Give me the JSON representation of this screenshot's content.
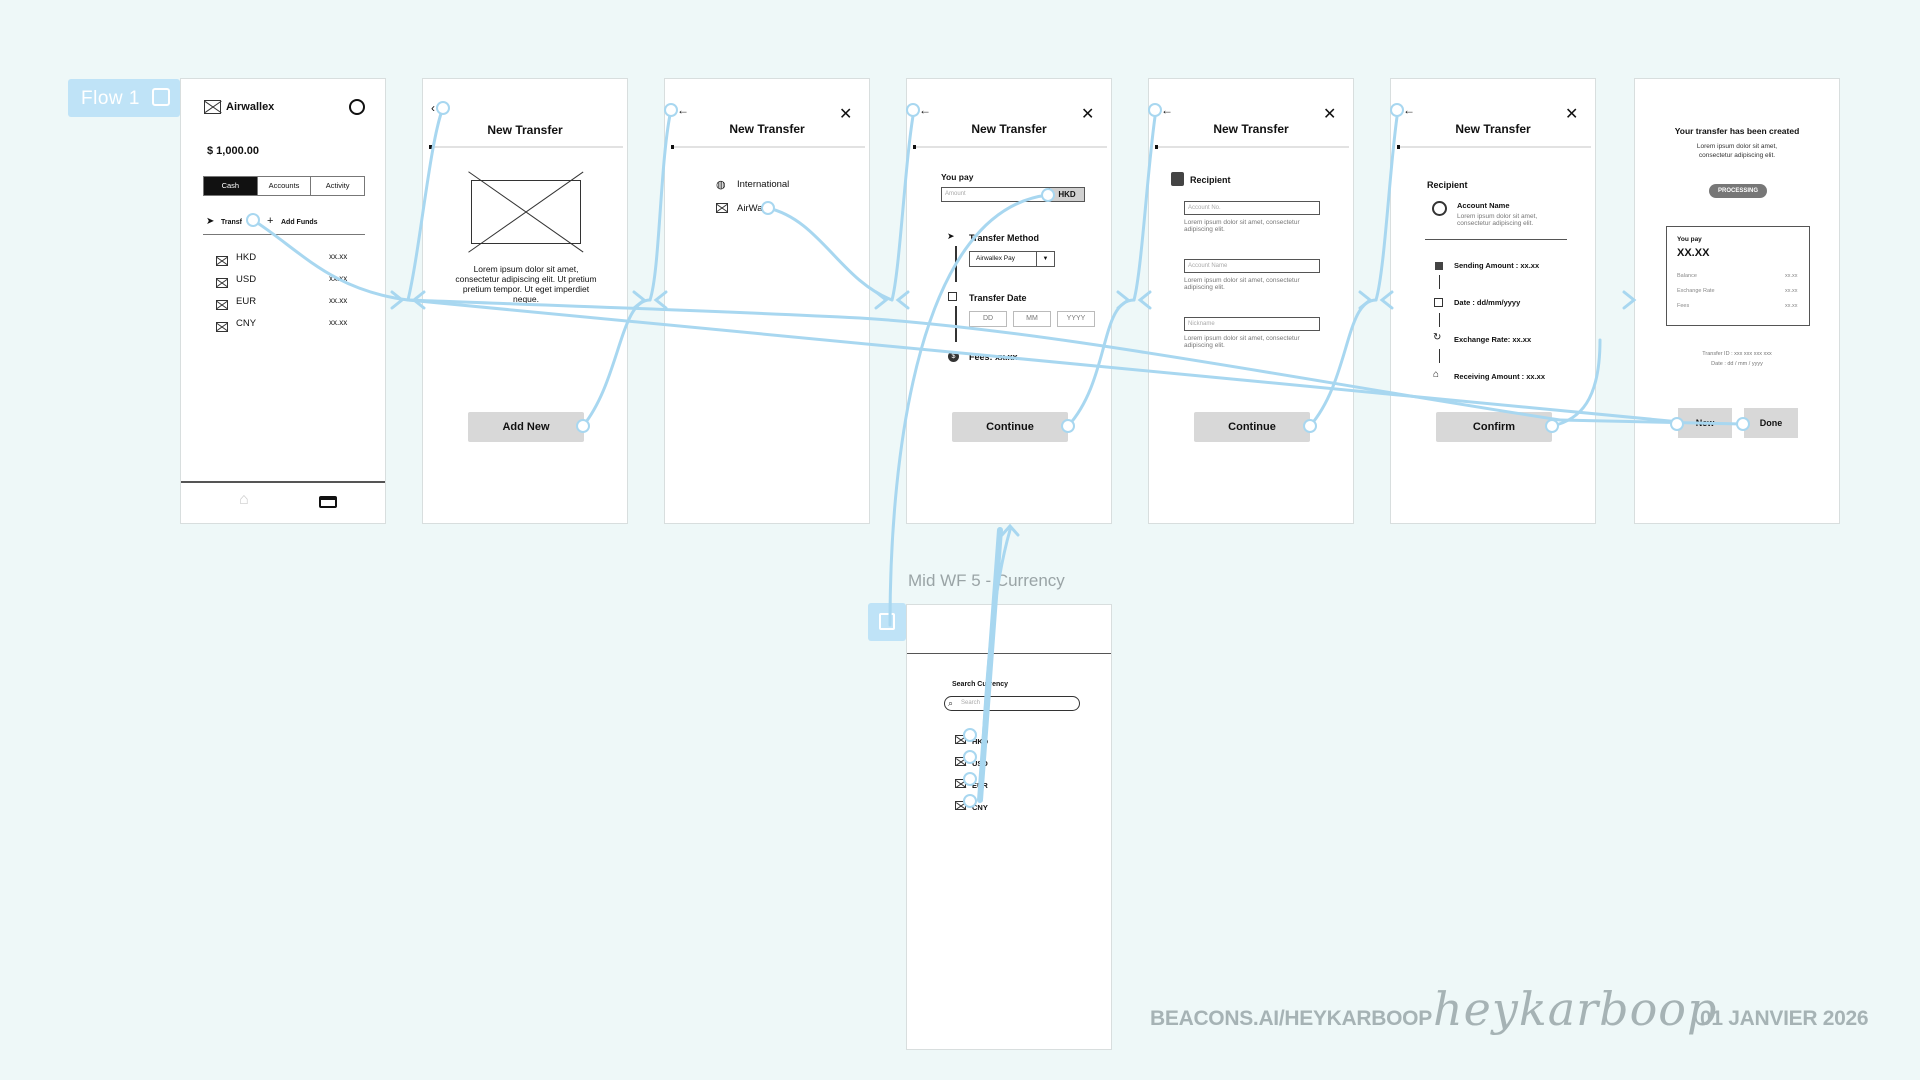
{
  "flow_tag": {
    "label": "Flow 1"
  },
  "home": {
    "brand": "Airwallex",
    "balance": "$ 1,000.00",
    "tabs": [
      "Cash",
      "Accounts",
      "Activity"
    ],
    "actions": {
      "transfer": "Transf",
      "add_funds": "Add Funds"
    },
    "rows": [
      {
        "code": "HKD",
        "value": "xx.xx"
      },
      {
        "code": "USD",
        "value": "xx.xx"
      },
      {
        "code": "EUR",
        "value": "xx.xx"
      },
      {
        "code": "CNY",
        "value": "xx.xx"
      }
    ]
  },
  "screen2": {
    "title": "New Transfer",
    "body": "Lorem ipsum dolor sit amet, consectetur adipiscing elit. Ut pretium pretium tempor. Ut eget imperdiet neque.",
    "button": "Add New"
  },
  "screen3": {
    "title": "New Transfer",
    "options": [
      "International",
      "AirWa"
    ]
  },
  "screen4": {
    "title": "New Transfer",
    "you_pay": "You pay",
    "amount_placeholder": "Amount",
    "currency": "HKD",
    "method_label": "Transfer Method",
    "method_value": "Airwallex Pay",
    "date_label": "Transfer Date",
    "dd": "DD",
    "mm": "MM",
    "yyyy": "YYYY",
    "fees": "Fees:  xx.xx",
    "button": "Continue"
  },
  "screen5": {
    "title": "New Transfer",
    "recipient": "Recipient",
    "f1": "Account No.",
    "f2": "Account Name",
    "f3": "Nickname",
    "help": "Lorem ipsum dolor sit amet, consectetur adipiscing elit.",
    "button": "Continue"
  },
  "screen6": {
    "title": "New Transfer",
    "recipient": "Recipient",
    "account_name": "Account Name",
    "account_sub": "Lorem ipsum dolor sit amet, consectetur adipiscing elit.",
    "sending": "Sending Amount :  xx.xx",
    "date": "Date :  dd/mm/yyyy",
    "rate": "Exchange Rate:  xx.xx",
    "receiving": "Receiving Amount :  xx.xx",
    "button": "Confirm"
  },
  "screen7": {
    "headline": "Your transfer has been created",
    "sub": "Lorem ipsum dolor sit amet, consectetur adipiscing elit.",
    "badge": "PROCESSING",
    "you_pay": "You pay",
    "amount": "XX.XX",
    "rows": [
      {
        "k": "Balance",
        "v": "xx.xx"
      },
      {
        "k": "Exchange Rate",
        "v": "xx.xx"
      },
      {
        "k": "Fees",
        "v": "xx.xx"
      }
    ],
    "transfer_id": "Transfer ID :  xxx xxx xxx xxx",
    "date": "Date :  dd / mm / yyyy",
    "btn_new": "New",
    "btn_done": "Done"
  },
  "sub_wf": {
    "label": "Mid WF 5 - Currency",
    "search_label": "Search Currency",
    "search_placeholder": "Search",
    "rows": [
      "HKD",
      "USD",
      "EUR",
      "CNY"
    ]
  },
  "footer": {
    "link": "BEACONS.AI/HEYKARBOOP",
    "brand": "heykarboop",
    "date": "01 JANVIER 2026"
  },
  "colors": {
    "background": "#eef8f8",
    "connector": "#a8d7f0",
    "footer_text": "#a6b3b5"
  }
}
